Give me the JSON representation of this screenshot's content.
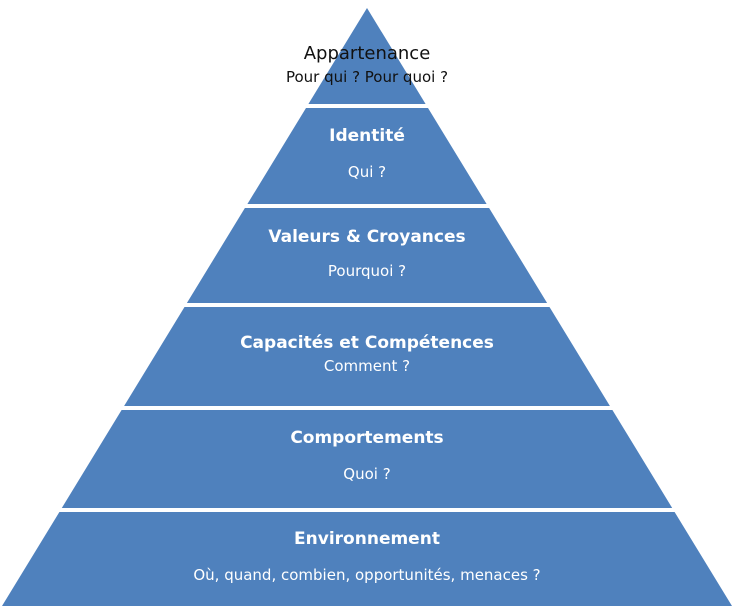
{
  "colors": {
    "fill": "#4f81bd",
    "stroke": "#ffffff"
  },
  "levels": [
    {
      "title": "Appartenance",
      "subtitle": "Pour qui ? Pour quoi ?"
    },
    {
      "title": "Identité",
      "subtitle": "Qui ?"
    },
    {
      "title": "Valeurs &  Croyances",
      "subtitle": "Pourquoi ?"
    },
    {
      "title": "Capacités et Compétences",
      "subtitle": "Comment ?"
    },
    {
      "title": "Comportements",
      "subtitle": "Quoi ?"
    },
    {
      "title": "Environnement",
      "subtitle": "Où, quand, combien, opportunités, menaces ?"
    }
  ]
}
